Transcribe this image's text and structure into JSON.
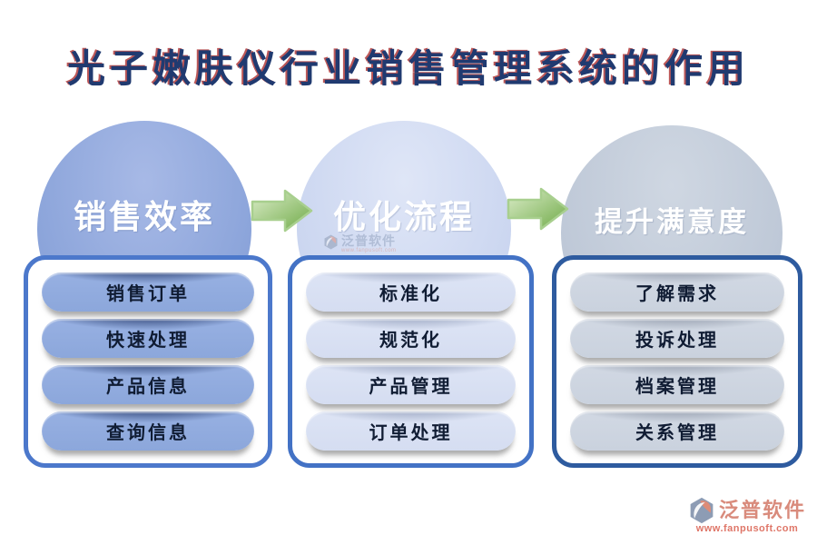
{
  "title": "光子嫩肤仪行业销售管理系统的作用",
  "columns": [
    {
      "circle": "销售效率",
      "items": [
        "销售订单",
        "快速处理",
        "产品信息",
        "查询信息"
      ]
    },
    {
      "circle": "优化流程",
      "items": [
        "标准化",
        "规范化",
        "产品管理",
        "订单处理"
      ]
    },
    {
      "circle": "提升满意度",
      "items": [
        "了解需求",
        "投诉处理",
        "档案管理",
        "关系管理"
      ]
    }
  ],
  "watermark": {
    "brand": "泛普软件",
    "url": "www.fanpusoft.com"
  },
  "logo": {
    "brand": "泛普软件",
    "url": "www.fanpusoft.com"
  },
  "icons": {
    "arrow_between_circles": "right-arrow-icon",
    "brand_mark": "fanpu-logo-icon"
  },
  "colors": {
    "title_text": "#203a70",
    "title_fringe": "#b23b3b",
    "circle1_fill": "#8ca6da",
    "circle2_fill": "#cbd6f0",
    "circle3_fill": "#bec8d7",
    "circle_text": "#ffffff",
    "card1_border": "#4c78cb",
    "card2_border": "#4372c5",
    "card3_border": "#2e5b9f",
    "pill1_fill": "#8fa9dc",
    "pill2_fill": "#d8dff2",
    "pill3_fill": "#cdd4e0",
    "pill_text": "#101c33",
    "arrow_green": "#74ad4c",
    "arrow_border": "#a8cf8e",
    "logo_coral": "#d98b7c",
    "logo_url_coral": "#df7668",
    "logo_gray": "#8d9cb4"
  }
}
